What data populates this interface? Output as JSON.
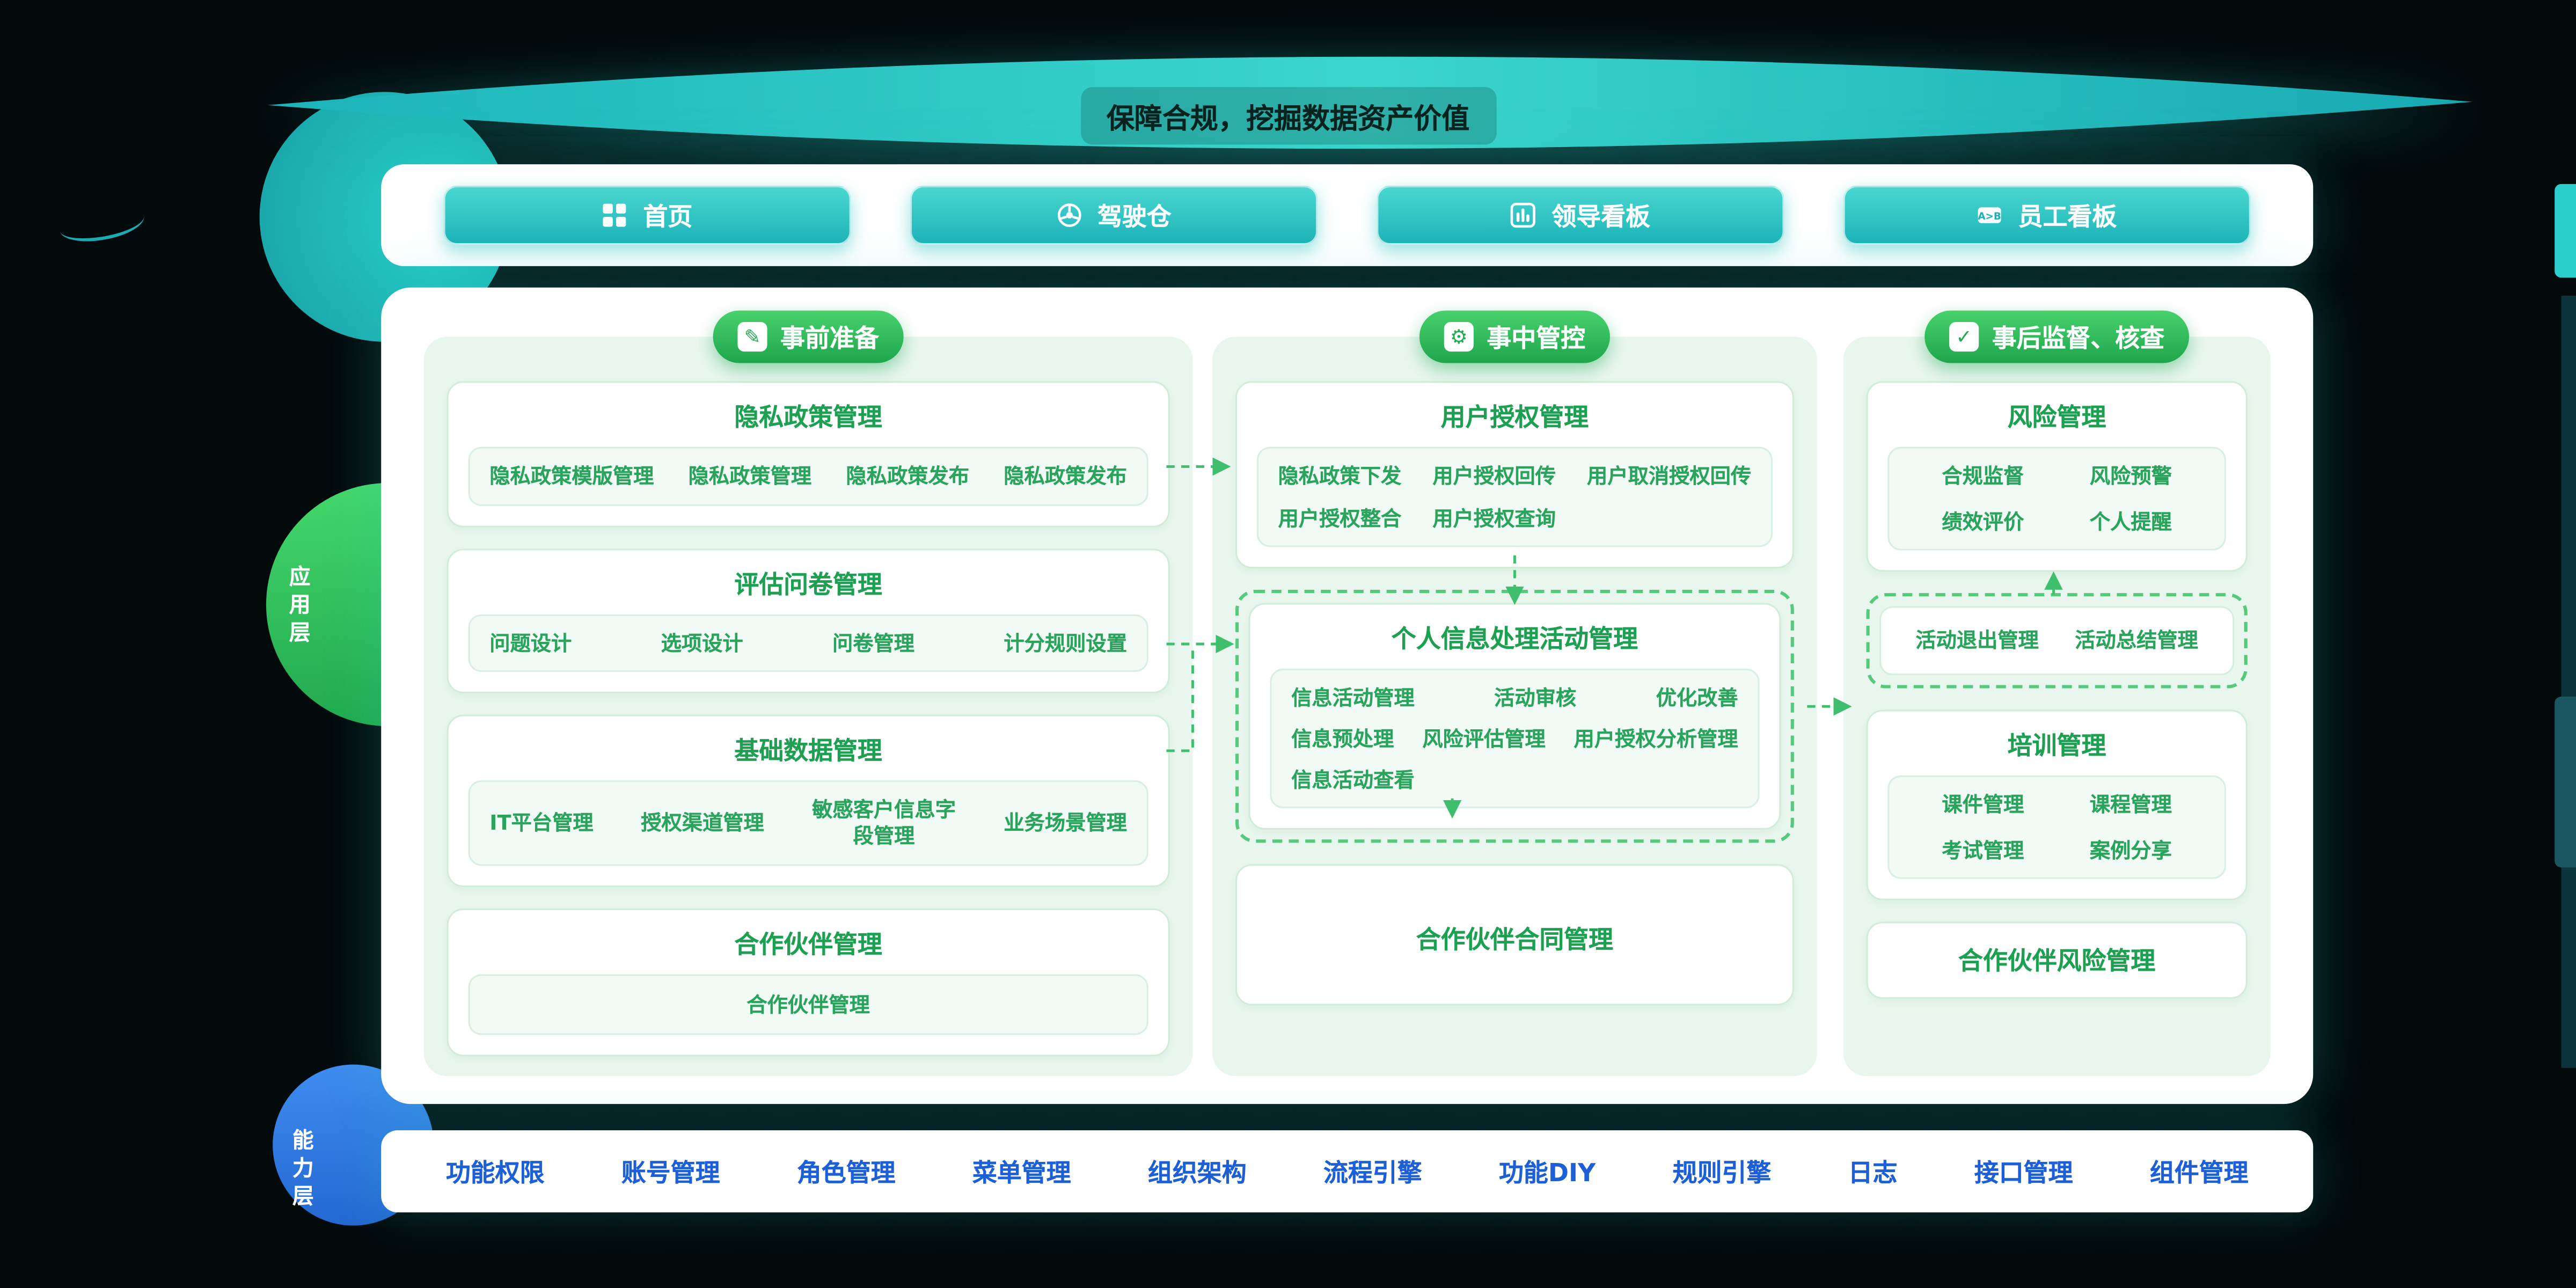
{
  "banner": {
    "title": "保障合规，挖掘数据资产价值"
  },
  "nav": {
    "items": [
      {
        "label": "首页"
      },
      {
        "label": "驾驶仓"
      },
      {
        "label": "领导看板"
      },
      {
        "label": "员工看板"
      }
    ]
  },
  "icons": {
    "prepare": "✎",
    "control": "⚙",
    "supervise": "✓",
    "employee_badge": "A>B"
  },
  "side_layers": {
    "application": "应用层",
    "capability": "能力层"
  },
  "columns": [
    {
      "header": "事前准备",
      "cards": [
        {
          "title": "隐私政策管理",
          "items": [
            "隐私政策模版管理",
            "隐私政策管理",
            "隐私政策发布",
            "隐私政策发布"
          ]
        },
        {
          "title": "评估问卷管理",
          "items": [
            "问题设计",
            "选项设计",
            "问卷管理",
            "计分规则设置"
          ]
        },
        {
          "title": "基础数据管理",
          "items": [
            "IT平台管理",
            "授权渠道管理",
            "敏感客户信息字段管理",
            "业务场景管理"
          ]
        },
        {
          "title": "合作伙伴管理",
          "items": [
            "合作伙伴管理"
          ]
        }
      ]
    },
    {
      "header": "事中管控",
      "cards": [
        {
          "title": "用户授权管理",
          "items": [
            "隐私政策下发",
            "用户授权回传",
            "用户取消授权回传",
            "用户授权整合",
            "用户授权查询"
          ]
        },
        {
          "title": "个人信息处理活动管理",
          "items": [
            "信息活动管理",
            "活动审核",
            "优化改善",
            "信息预处理",
            "风险评估管理",
            "用户授权分析管理",
            "信息活动查看"
          ]
        },
        {
          "title": "合作伙伴合同管理",
          "items": []
        }
      ]
    },
    {
      "header": "事后监督、核查",
      "cards": [
        {
          "title": "风险管理",
          "items": [
            "合规监督",
            "风险预警",
            "绩效评价",
            "个人提醒"
          ]
        },
        {
          "title": "",
          "items": [
            "活动退出管理",
            "活动总结管理"
          ]
        },
        {
          "title": "培训管理",
          "items": [
            "课件管理",
            "课程管理",
            "考试管理",
            "案例分享"
          ]
        },
        {
          "title": "合作伙伴风险管理",
          "items": []
        }
      ]
    }
  ],
  "bottom": {
    "items": [
      "功能权限",
      "账号管理",
      "角色管理",
      "菜单管理",
      "组织架构",
      "流程引擎",
      "功能DIY",
      "规则引擎",
      "日志",
      "接口管理",
      "组件管理"
    ]
  }
}
